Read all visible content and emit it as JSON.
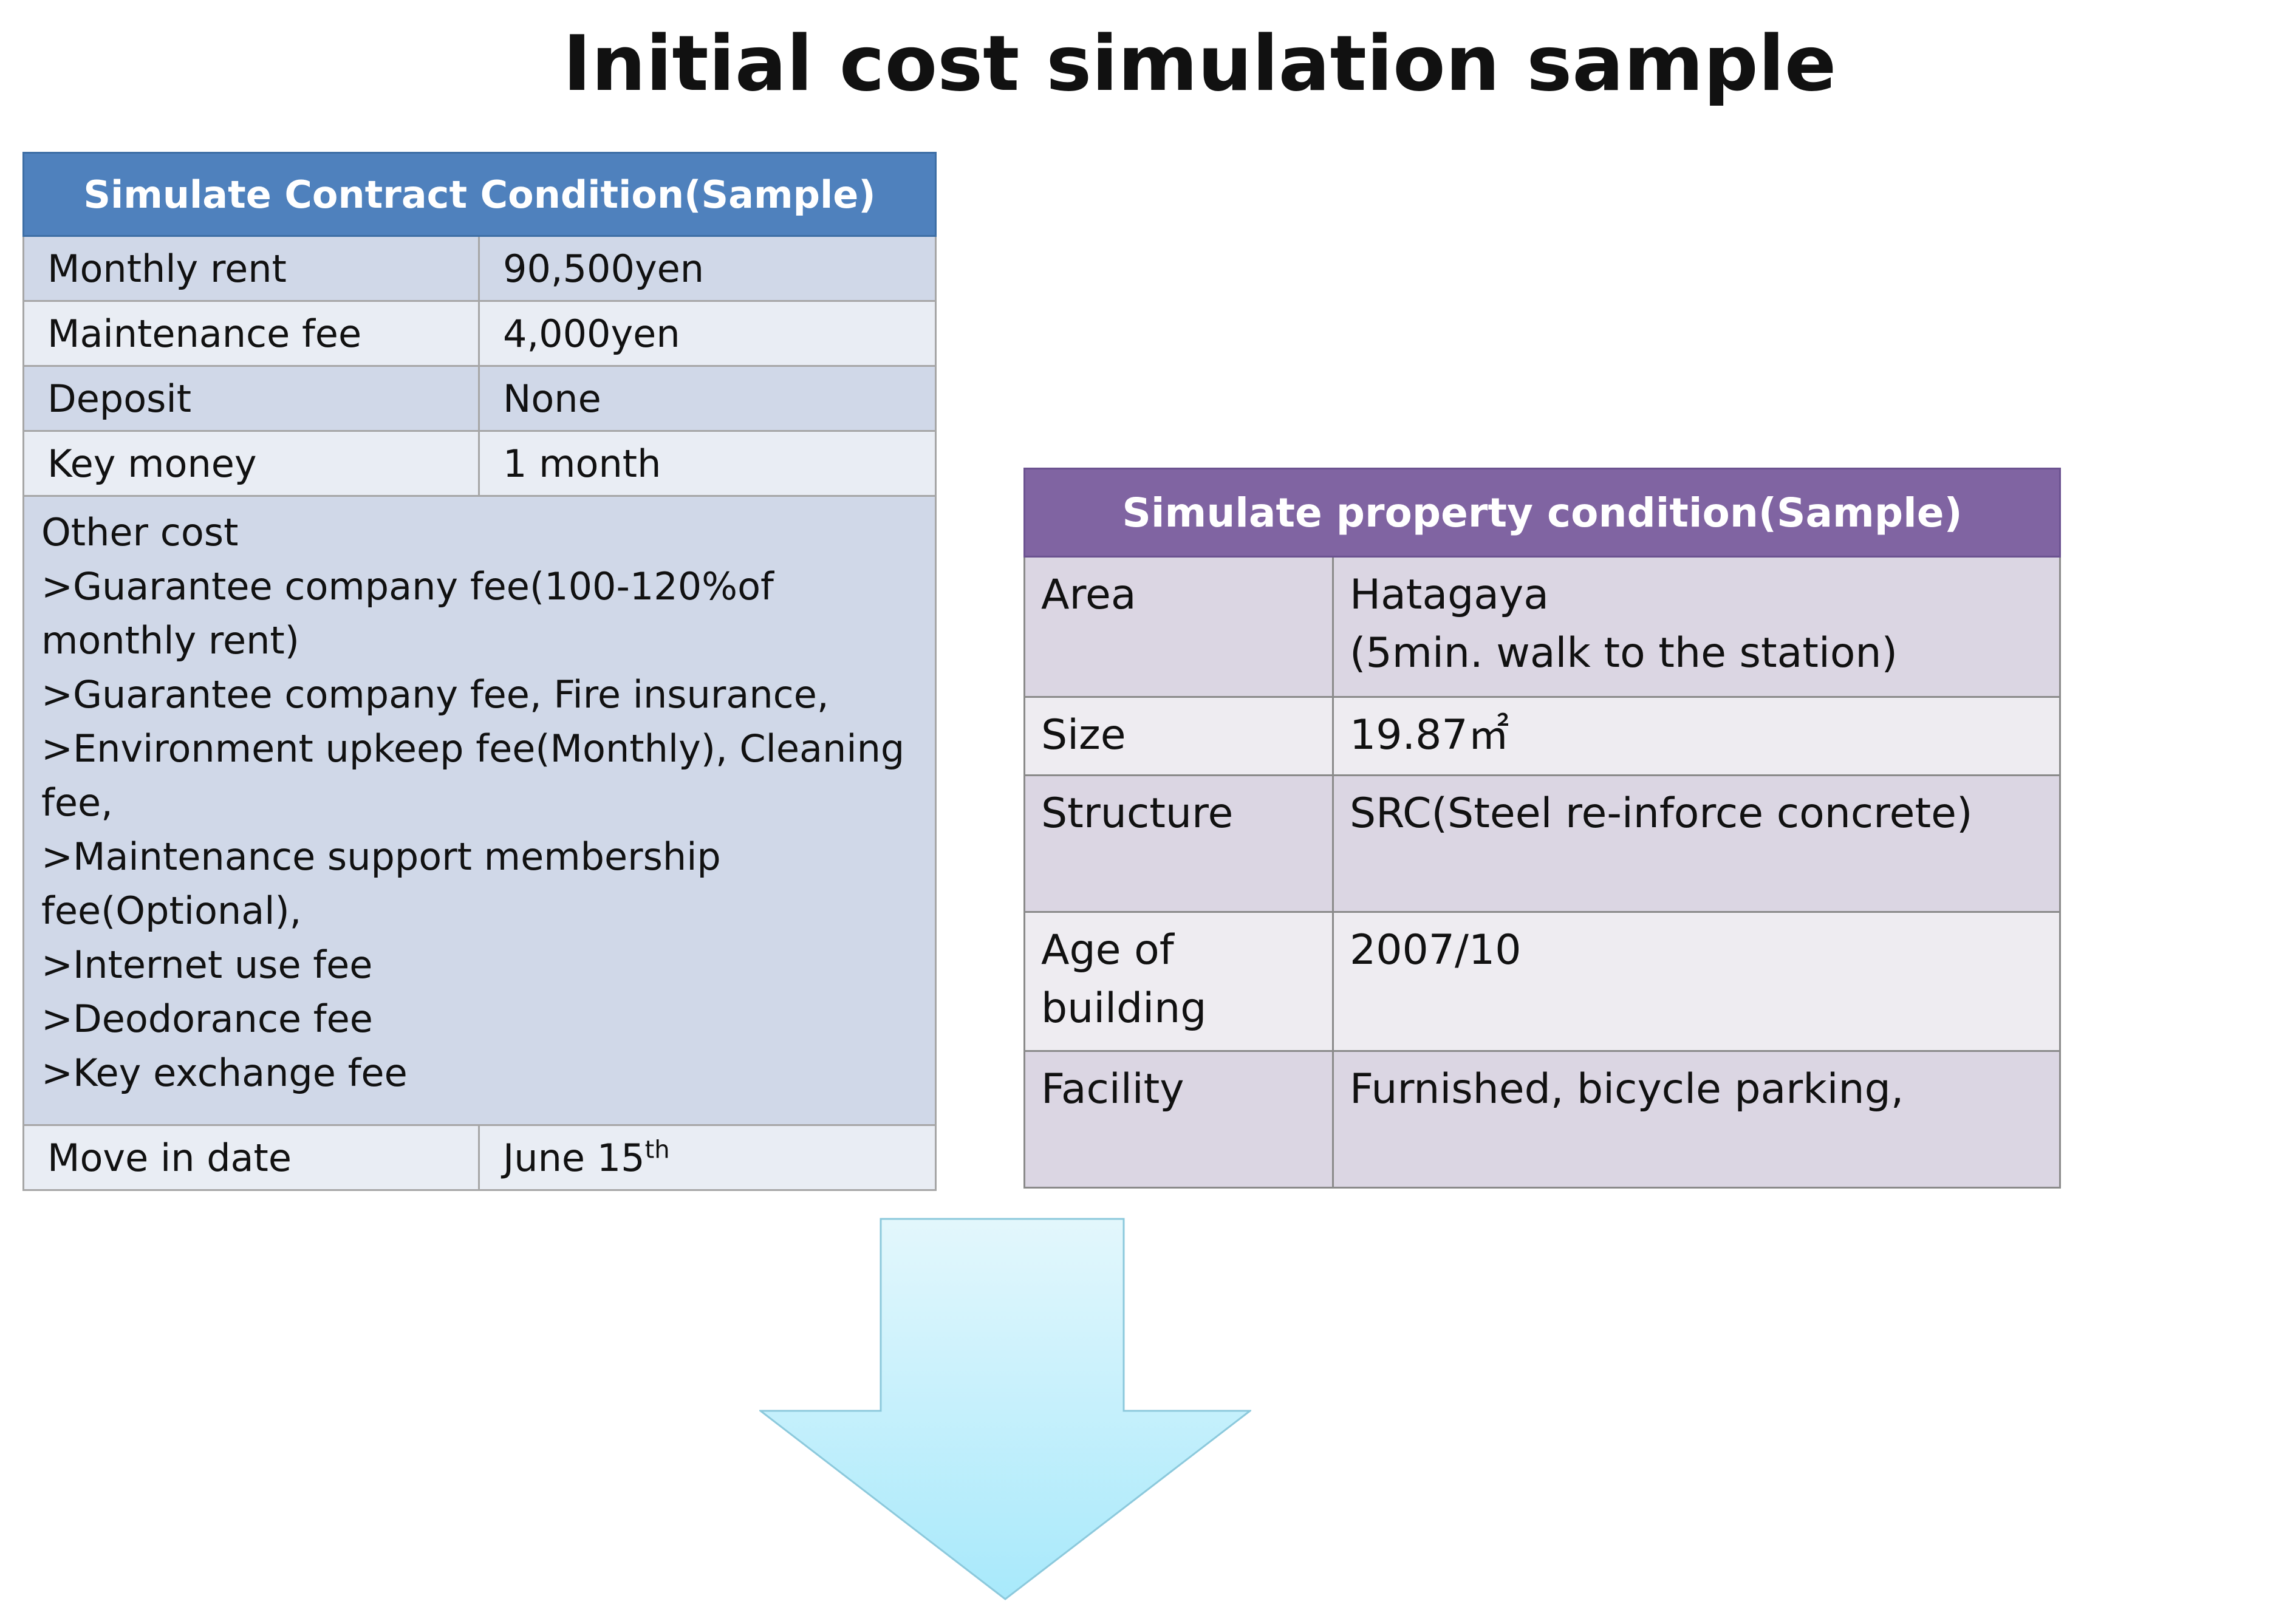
{
  "title": "Initial cost simulation sample",
  "contract": {
    "header": "Simulate Contract Condition(Sample)",
    "rows": [
      {
        "label": "Monthly rent",
        "value": "90,500yen"
      },
      {
        "label": "Maintenance fee",
        "value": "4,000yen"
      },
      {
        "label": "Deposit",
        "value": "None"
      },
      {
        "label": "Key money",
        "value": "1 month"
      }
    ],
    "other_cost": [
      "Other cost",
      ">Guarantee company fee(100-120%of monthly rent)",
      ">Guarantee company fee, Fire insurance,",
      ">Environment upkeep fee(Monthly), Cleaning fee,",
      ">Maintenance support membership fee(Optional),",
      ">Internet use fee",
      ">Deodorance fee",
      ">Key exchange fee"
    ],
    "move_in": {
      "label": "Move in date",
      "value": "June 15",
      "value_sup": "th"
    }
  },
  "property": {
    "header": "Simulate property condition(Sample)",
    "rows": [
      {
        "label": "Area",
        "value_line1": "Hatagaya",
        "value_line2": "(5min. walk to the station)"
      },
      {
        "label": "Size",
        "value": "19.87㎡"
      },
      {
        "label": "Structure",
        "value": "SRC(Steel re-inforce concrete)"
      },
      {
        "label_line1": "Age of",
        "label_line2": "building",
        "value": "2007/10"
      },
      {
        "label": "Facility",
        "value": "Furnished, bicycle parking,"
      }
    ]
  },
  "colors": {
    "contract_header": "#4f81bd",
    "property_header": "#8064a2",
    "arrow_top": "#e3f7fc",
    "arrow_bottom": "#a8e9fb"
  }
}
